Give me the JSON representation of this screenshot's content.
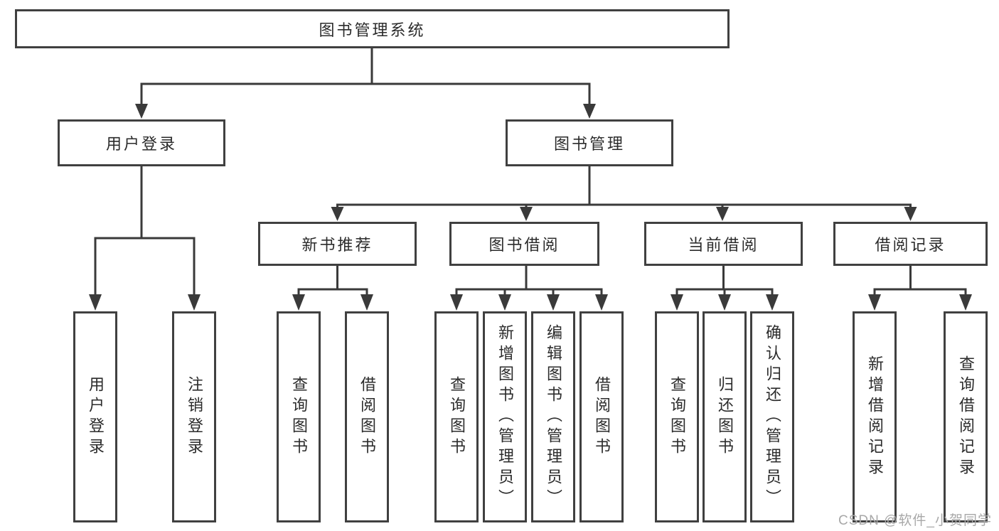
{
  "tree": {
    "root": {
      "label": "图书管理系统"
    },
    "branches": [
      {
        "label": "用户登录",
        "children": [
          {
            "label": "用户登录"
          },
          {
            "label": "注销登录"
          }
        ]
      },
      {
        "label": "图书管理",
        "children": [
          {
            "label": "新书推荐",
            "children": [
              {
                "label": "查询图书"
              },
              {
                "label": "借阅图书"
              }
            ]
          },
          {
            "label": "图书借阅",
            "children": [
              {
                "label": "查询图书"
              },
              {
                "label": "新增图书（管理员）"
              },
              {
                "label": "编辑图书（管理员）"
              },
              {
                "label": "借阅图书"
              }
            ]
          },
          {
            "label": "当前借阅",
            "children": [
              {
                "label": "查询图书"
              },
              {
                "label": "归还图书"
              },
              {
                "label": "确认归还（管理员）"
              }
            ]
          },
          {
            "label": "借阅记录",
            "children": [
              {
                "label": "新增借阅记录"
              },
              {
                "label": "查询借阅记录"
              }
            ]
          }
        ]
      }
    ]
  },
  "watermark": "CSDN @软件_小贺同学",
  "colors": {
    "line": "#3a3a3a",
    "box_border": "#404040",
    "text": "#2b2b2b",
    "watermark": "#a8a8a8",
    "background": "#ffffff"
  }
}
